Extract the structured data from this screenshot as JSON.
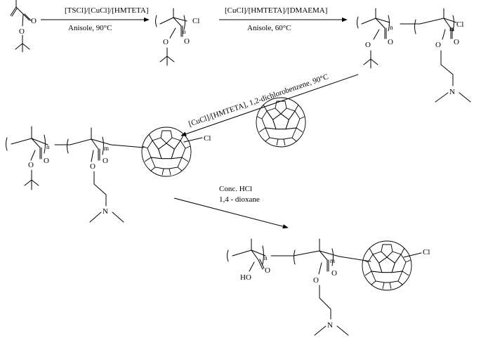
{
  "colors": {
    "ink": "#000000",
    "background": "#ffffff"
  },
  "steps": [
    {
      "reagents": "[TSCl]/[CuCl]/[HMTETA]",
      "conditions": "Anisole, 90°C"
    },
    {
      "reagents": "[CuCl]/[HMTETA]/[DMAEMA]",
      "conditions": "Anisole, 60°C"
    },
    {
      "reagents": "[CuCl]/[HMTETA], 1,2-dichlorobenzene, 90°C"
    },
    {
      "reagents": "Conc. HCl",
      "conditions": "1,4 - dioxane"
    }
  ],
  "atoms": {
    "O": "O",
    "Cl": "Cl",
    "N": "N",
    "HO": "HO",
    "n": "n",
    "m": "m"
  }
}
